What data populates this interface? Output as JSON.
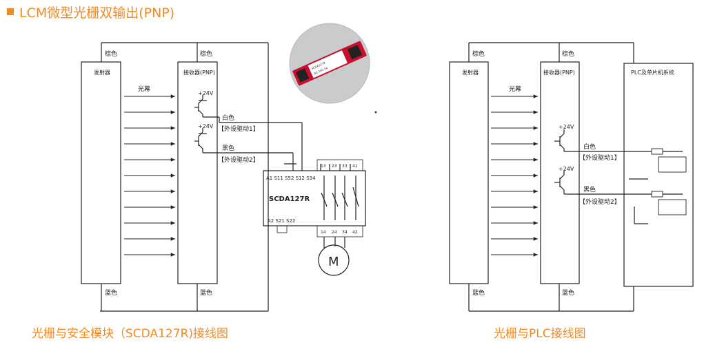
{
  "heading": "LCM微型光栅双输出(PNP)",
  "left": {
    "brown": "棕色",
    "brown2": "棕色",
    "emitter": "发射器",
    "receiver": "接收器(PNP)",
    "light_curtain": "光幕",
    "v24a": "+24V",
    "v24b": "+24V",
    "white": "白色",
    "driver1": "【外设驱动1】",
    "black": "黑色",
    "driver2": "【外设驱动2】",
    "blue": "蓝色",
    "blue2": "蓝色",
    "module": {
      "name": "SCDA127R",
      "top_terms": "A1 S11 S52 S12 S34",
      "bottom_terms": "A2  S21 S22",
      "contacts_top": [
        "13",
        "23",
        "33",
        "41"
      ],
      "contacts_bottom": [
        "14",
        "24",
        "34",
        "42"
      ]
    },
    "motor": "M",
    "caption": "光栅与安全模块（SCDA127R)接线图"
  },
  "photo": {
    "label_line1": "SCDA127R",
    "label_line2": "DC 24V 3A"
  },
  "right": {
    "brown": "棕色",
    "brown2": "棕色",
    "emitter": "发射器",
    "receiver": "接收器(PNP)",
    "plc": "PLC及单片机系统",
    "light_curtain": "光幕",
    "v24a": "+24V",
    "v24b": "+24V",
    "white": "白色",
    "driver1": "【外设驱动1】",
    "black": "黑色",
    "driver2": "【外设驱动2】",
    "blue": "蓝色",
    "blue2": "蓝色",
    "caption": "光栅与PLC接线图"
  },
  "colors": {
    "accent": "#f08a24",
    "line": "#222222"
  }
}
